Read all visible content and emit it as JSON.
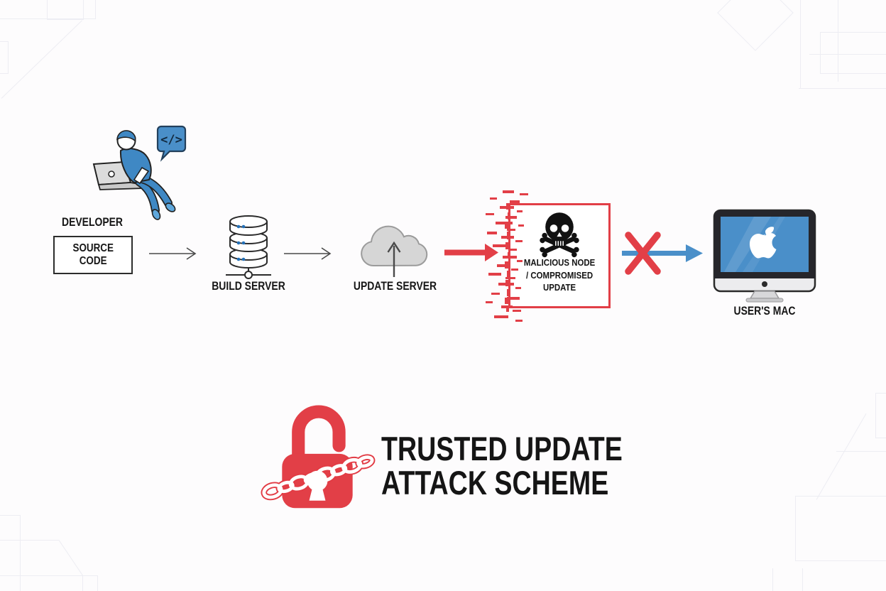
{
  "title": {
    "line1": "TRUSTED UPDATE",
    "line2": "ATTACK SCHEME"
  },
  "nodes": {
    "developer": {
      "label": "DEVELOPER"
    },
    "source_code": {
      "line1": "SOURCE",
      "line2": "CODE"
    },
    "build_server": {
      "label": "BUILD SERVER"
    },
    "update_server": {
      "label": "UPDATE SERVER"
    },
    "malicious": {
      "line1": "MALICIOUS NODE",
      "line2": "/ COMPROMISED",
      "line3": "UPDATE"
    },
    "users_mac": {
      "label": "USER'S MAC"
    }
  },
  "bubble": {
    "code": "</>"
  },
  "colors": {
    "attack_red": "#e23f47",
    "flow_blue": "#4a8fc9",
    "figure_blue": "#3f88c4",
    "cloud_gray": "#d6d6d6",
    "text_dark": "#161616"
  },
  "icons": {
    "code-bubble-icon": "speech bubble with code glyph",
    "database-icon": "stacked server cylinders",
    "cloud-icon": "cloud with upload arrow",
    "skull-crossbones-icon": "skull and crossbones",
    "blocked-x-icon": "red X over arrow",
    "imac-icon": "iMac desktop computer",
    "padlock-chain-icon": "red padlock wrapped in chain"
  }
}
